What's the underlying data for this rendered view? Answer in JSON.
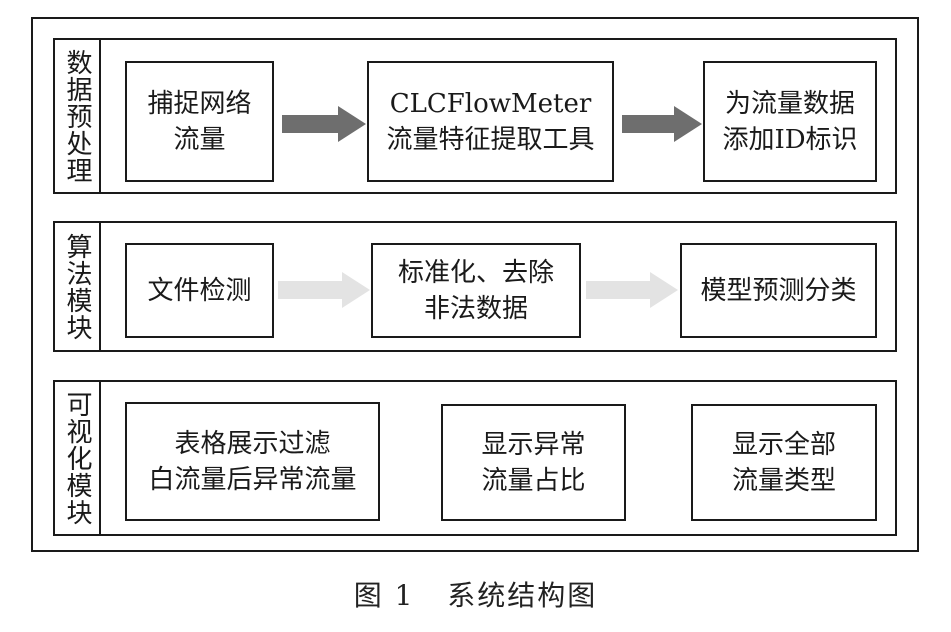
{
  "sections": [
    {
      "label": "数据预处理",
      "boxes": [
        "捕捉网络\n流量",
        "CLCFlowMeter\n流量特征提取工具",
        "为流量数据\n添加ID标识"
      ],
      "arrow_color": "#6e6e6e"
    },
    {
      "label": "算法模块",
      "boxes": [
        "文件检测",
        "标准化、去除\n非法数据",
        "模型预测分类"
      ],
      "arrow_color": "#e3e3e3"
    },
    {
      "label": "可视化模块",
      "boxes": [
        "表格展示过滤\n白流量后异常流量",
        "显示异常\n流量占比",
        "显示全部\n流量类型"
      ]
    }
  ],
  "caption": "图 1   系统结构图",
  "colors": {
    "border": "#1a1a1a",
    "background": "#ffffff"
  }
}
